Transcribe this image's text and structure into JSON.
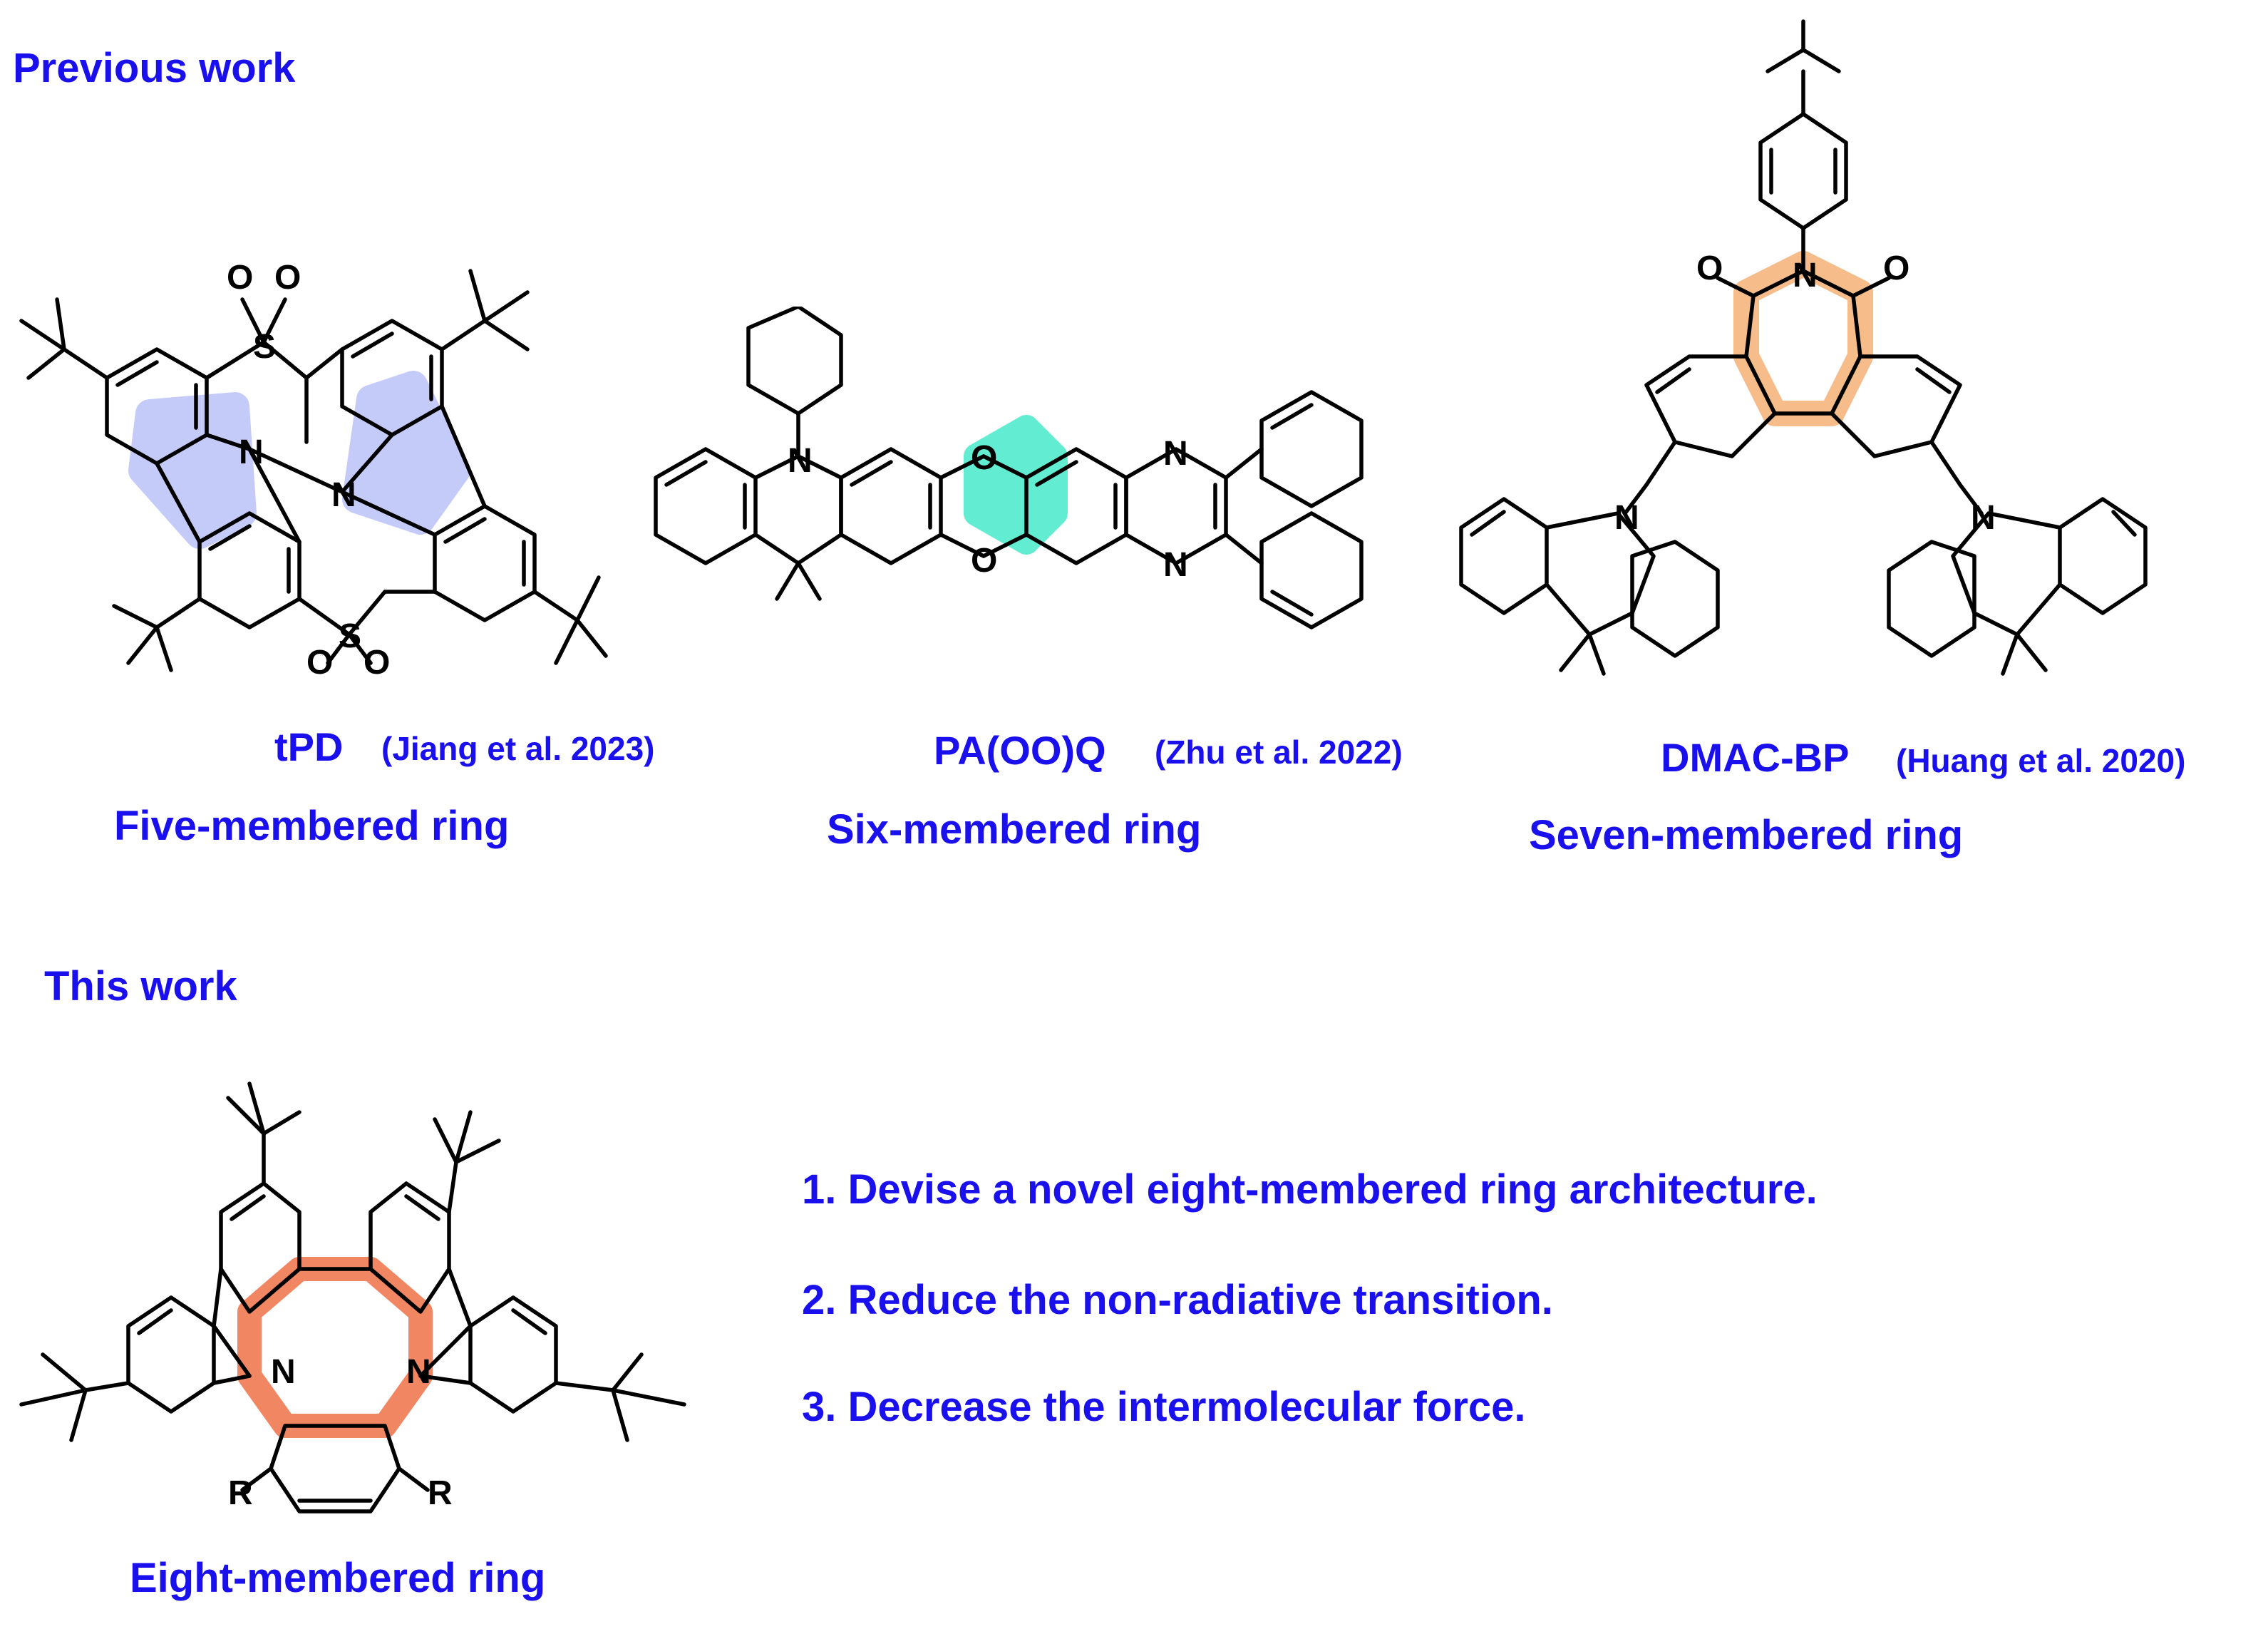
{
  "headers": {
    "previous": "Previous work",
    "this": "This work"
  },
  "molecules": [
    {
      "name": "tPD",
      "citation": "(Jiang et al. 2023)",
      "ring": "Five-membered ring",
      "highlight": "#7d8ef0"
    },
    {
      "name": "PA(OO)Q",
      "citation": "(Zhu et al. 2022)",
      "ring": "Six-membered ring",
      "highlight": "#2ee6c2"
    },
    {
      "name": "DMAC-BP",
      "citation": "(Huang et al. 2020)",
      "ring": "Seven-membered ring",
      "highlight": "#f5b67e"
    },
    {
      "name": "",
      "citation": "",
      "ring": "Eight-membered ring",
      "highlight": "#f0805a"
    }
  ],
  "atoms": {
    "N": "N",
    "O": "O",
    "S": "S",
    "R": "R"
  },
  "points": [
    "1. Devise a novel eight-membered ring architecture.",
    "2. Reduce the non-radiative transition.",
    "3. Decrease the intermolecular force."
  ]
}
